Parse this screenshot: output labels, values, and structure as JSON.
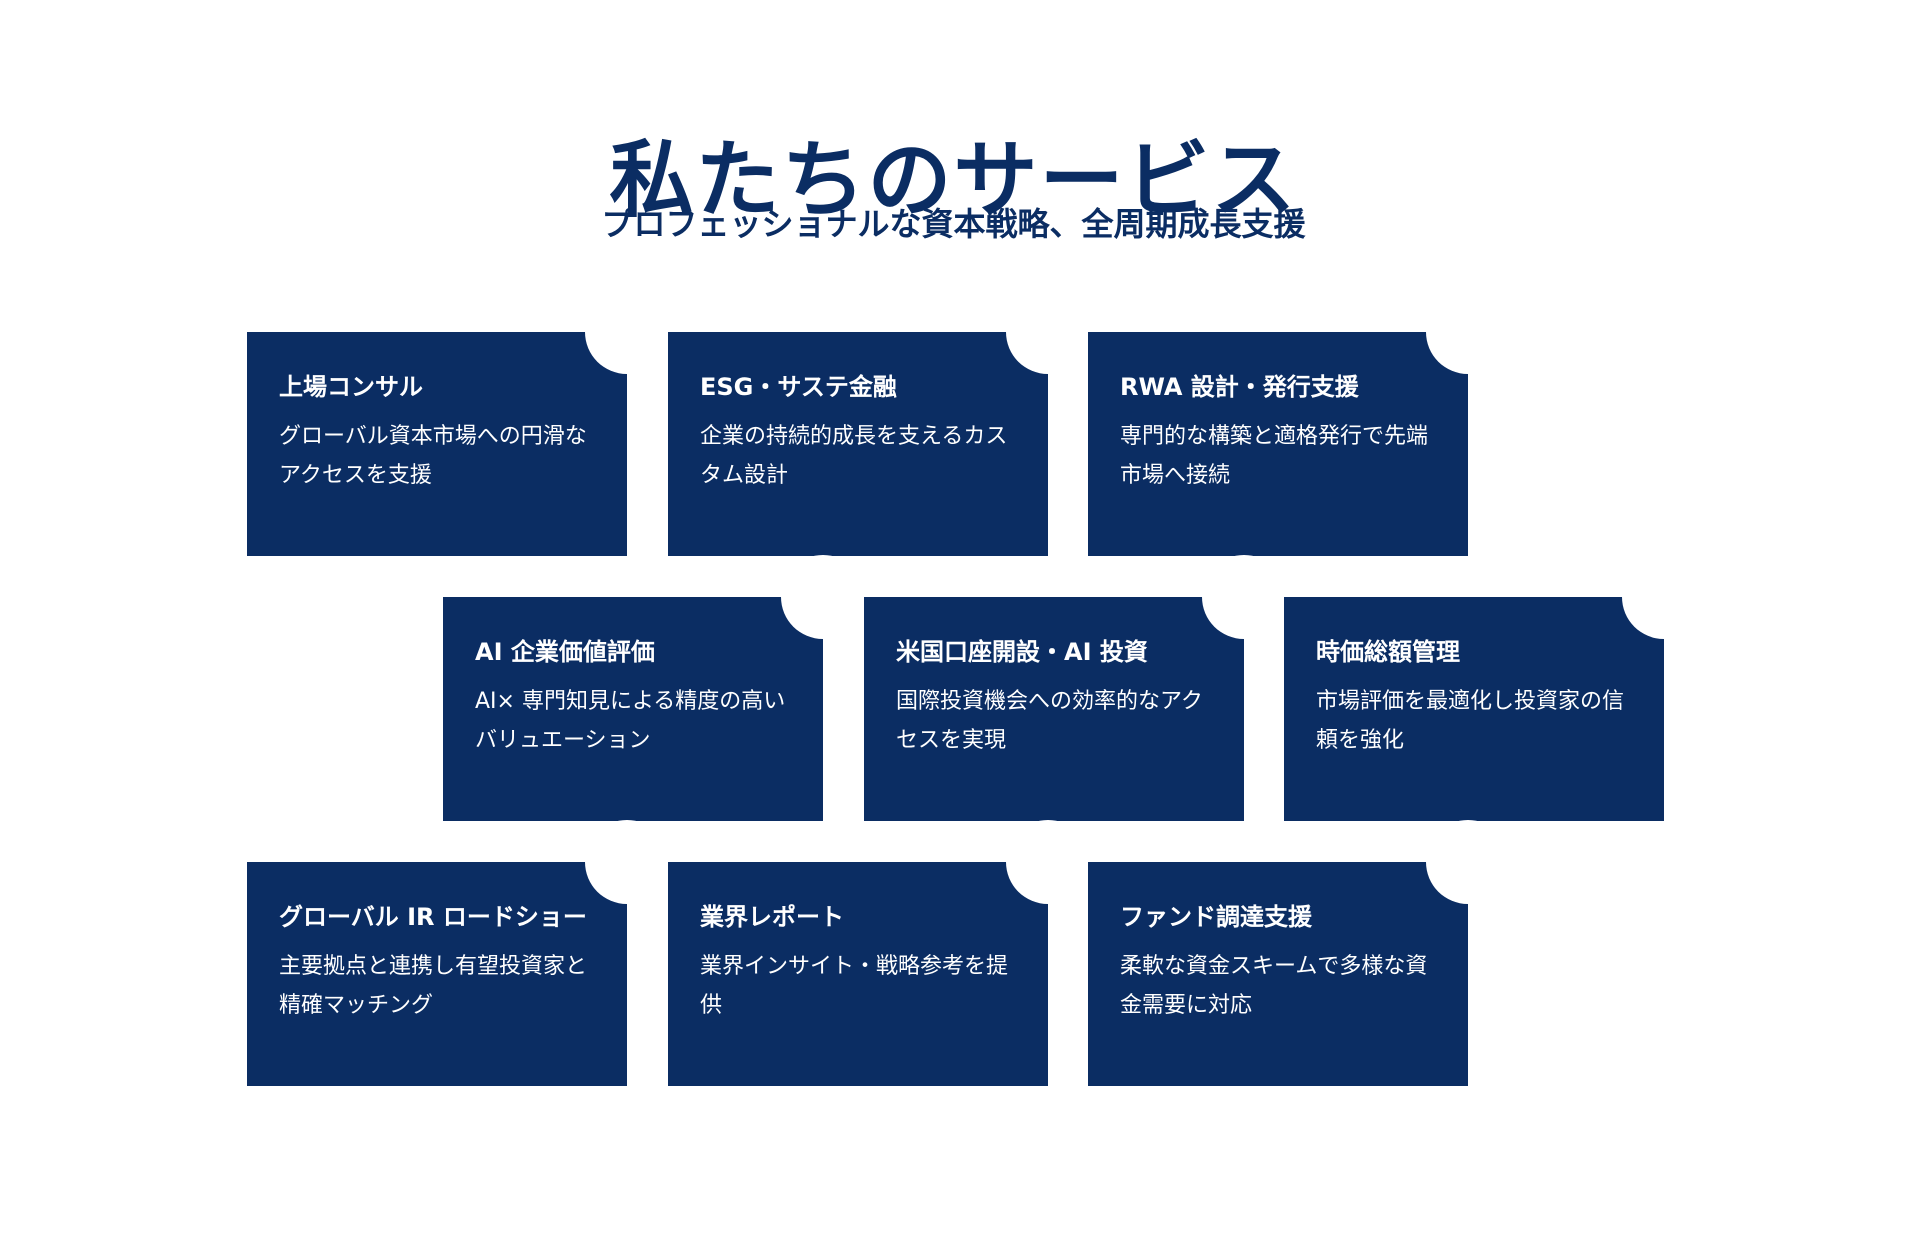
{
  "header": {
    "title": "私たちのサービス",
    "subtitle": "プロフェッショナルな資本戦略、全周期成長支援"
  },
  "services": [
    {
      "title": "上場コンサル",
      "description": "グローバル資本市場への円滑なアクセスを支援"
    },
    {
      "title": "ESG・サステ金融",
      "description": "企業の持続的成長を支えるカスタム設計"
    },
    {
      "title": "RWA 設計・発行支援",
      "description": "専門的な構築と適格発行で先端市場へ接続"
    },
    {
      "title": "AI 企業価値評価",
      "description": "AI× 専門知見による精度の高いバリュエーション"
    },
    {
      "title": "米国口座開設・AI 投資",
      "description": "国際投資機会への効率的なアクセスを実現"
    },
    {
      "title": "時価総額管理",
      "description": "市場評価を最適化し投資家の信頼を強化"
    },
    {
      "title": "グローバル IR ロードショー",
      "description": "主要拠点と連携し有望投資家と精確マッチング"
    },
    {
      "title": "業界レポート",
      "description": "業界インサイト・戦略参考を提供"
    },
    {
      "title": "ファンド調達支援",
      "description": "柔軟な資金スキームで多様な資金需要に対応"
    }
  ],
  "colors": {
    "primary": "#0b2d63",
    "background": "#ffffff",
    "card_text": "#ffffff"
  }
}
